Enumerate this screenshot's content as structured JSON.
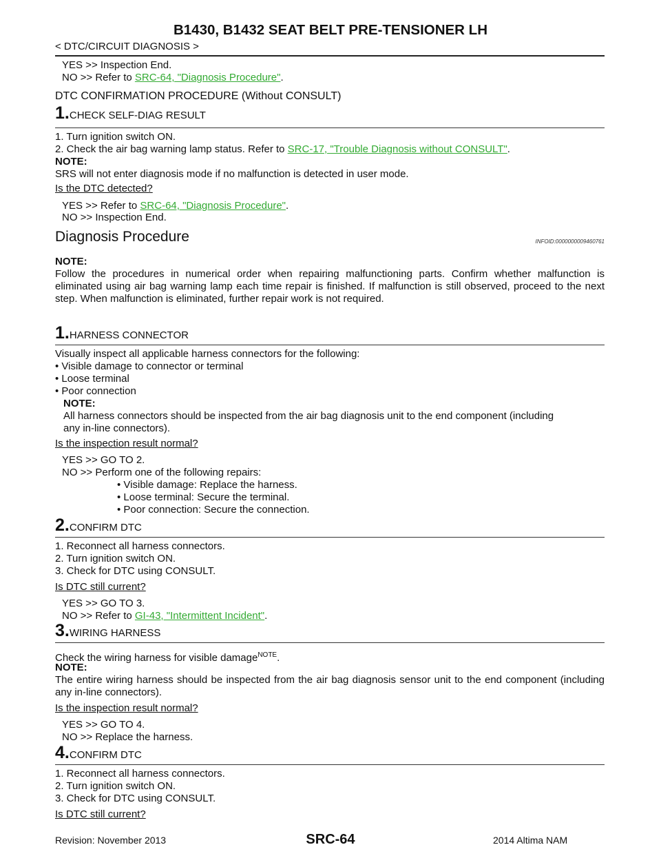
{
  "header": {
    "title": "B1430, B1432 SEAT BELT PRE-TENSIONER LH",
    "subtitle": "< DTC/CIRCUIT DIAGNOSIS >"
  },
  "top_yes": "YES >> Inspection End.",
  "top_no_prefix": "NO >> Refer to ",
  "top_no_link": "SRC-64, \"Diagnosis Procedure\"",
  "dtc_confirm_heading": "DTC CONFIRMATION PROCEDURE (Without CONSULT)",
  "step1a": {
    "num": "1.",
    "title": "CHECK SELF-DIAG RESULT",
    "line1": "1. Turn ignition switch ON.",
    "line2_prefix": "2. Check the air bag warning lamp status. Refer to ",
    "line2_link": "SRC-17, \"Trouble Diagnosis without CONSULT\"",
    "note_label": "NOTE:",
    "note_text": "SRS will not enter diagnosis mode if no malfunction is detected in user mode.",
    "question": "Is the DTC detected?",
    "yes_prefix": "YES >> Refer to ",
    "yes_link": "SRC-64, \"Diagnosis Procedure\"",
    "no": "NO >> Inspection End."
  },
  "diag": {
    "heading": "Diagnosis Procedure",
    "infoid": "INFOID:0000000009460761",
    "note_label": "NOTE:",
    "note_text": "Follow the procedures in numerical order when repairing malfunctioning parts. Confirm whether malfunction is eliminated using air bag warning lamp each time repair is finished. If malfunction is still observed, proceed to the next step. When malfunction is eliminated, further repair work is not required."
  },
  "step1": {
    "num": "1.",
    "title": "HARNESS CONNECTOR",
    "intro": "Visually inspect all applicable harness connectors for the following:",
    "bullet1": "• Visible damage to connector or terminal",
    "bullet2": "• Loose terminal",
    "bullet3": "• Poor connection",
    "note_label": "NOTE:",
    "note_text1": "All harness connectors should be inspected from the air bag diagnosis unit to the end component (including",
    "note_text2": "any in-line connectors).",
    "question": "Is the inspection result normal?",
    "yes": "YES >> GO TO 2.",
    "no": "NO >> Perform one of the following repairs:",
    "repair1": "• Visible damage: Replace the harness.",
    "repair2": "• Loose terminal: Secure the terminal.",
    "repair3": "• Poor connection: Secure the connection."
  },
  "step2": {
    "num": "2.",
    "title": "CONFIRM DTC",
    "line1": "1. Reconnect all harness connectors.",
    "line2": "2. Turn ignition switch ON.",
    "line3": "3. Check for DTC using CONSULT.",
    "question": "Is DTC still current?",
    "yes": "YES >> GO TO 3.",
    "no_prefix": "NO >> Refer to ",
    "no_link": "GI-43, \"Intermittent Incident\""
  },
  "step3": {
    "num": "3.",
    "title": "WIRING HARNESS",
    "line1": "Check the wiring harness for visible damage",
    "line1_sup": "NOTE",
    "note_label": "NOTE:",
    "note_text": "The entire wiring harness should be inspected from the air bag diagnosis sensor unit to the end component (including any in-line connectors).",
    "question": "Is the inspection result normal?",
    "yes": "YES >> GO TO 4.",
    "no": "NO >> Replace the harness."
  },
  "step4": {
    "num": "4.",
    "title": "CONFIRM DTC",
    "line1": "1. Reconnect all harness connectors.",
    "line2": "2. Turn ignition switch ON.",
    "line3": "3. Check for DTC using CONSULT.",
    "question": "Is DTC still current?"
  },
  "footer": {
    "page": "SRC-64",
    "revision": "Revision: November 2013",
    "model": "2014 Altima NAM"
  }
}
